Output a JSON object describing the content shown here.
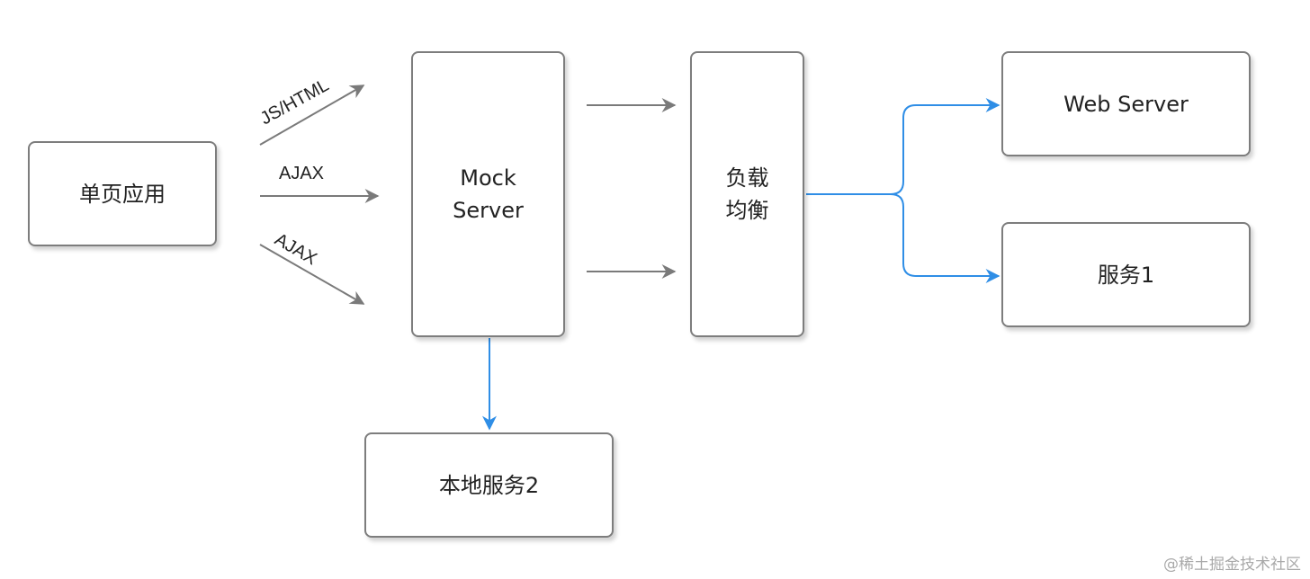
{
  "nodes": {
    "spa": {
      "label": "单页应用"
    },
    "mock_server": {
      "label": "Mock\nServer"
    },
    "load_balancer": {
      "label": "负载\n均衡"
    },
    "web_server": {
      "label": "Web Server"
    },
    "service1": {
      "label": "服务1"
    },
    "local_service2": {
      "label": "本地服务2"
    }
  },
  "edges": {
    "js_html": {
      "label": "JS/HTML"
    },
    "ajax_1": {
      "label": "AJAX"
    },
    "ajax_2": {
      "label": "AJAX"
    }
  },
  "colors": {
    "gray_arrow": "#7a7a7a",
    "blue_arrow": "#2f8ee6",
    "box_border": "#7d7d7d"
  },
  "watermark": "@稀土掘金技术社区"
}
